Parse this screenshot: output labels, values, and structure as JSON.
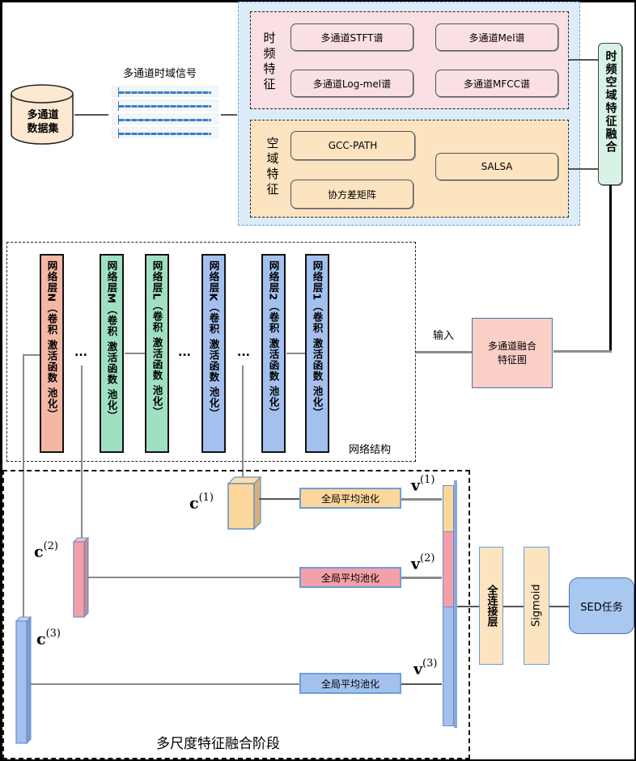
{
  "database": {
    "label_line1": "多通道",
    "label_line2": "数据集"
  },
  "signal": {
    "title": "多通道时域信号",
    "channel_count": 4
  },
  "time_freq": {
    "group_label": "时频特征",
    "items": [
      "多通道STFT谱",
      "多通道Mel谱",
      "多通道Log-mel谱",
      "多通道MFCC谱"
    ]
  },
  "spatial": {
    "group_label": "空域特征",
    "items": [
      "GCC-PATH",
      "协方差矩阵",
      "SALSA"
    ]
  },
  "fusion": {
    "label": "时频空域特征融合"
  },
  "network": {
    "caption": "网络结构",
    "layers": [
      {
        "name": "网络层N",
        "detail": "（卷积 激活函数 池化）",
        "color": "#f5b7a5"
      },
      {
        "name": "网络层M",
        "detail": "（卷积 激活函数 池化）",
        "color": "#9fe0c2"
      },
      {
        "name": "网络层L",
        "detail": "（卷积 激活函数 池化）",
        "color": "#9fe0c2"
      },
      {
        "name": "网络层K",
        "detail": "（卷积 激活函数 池化）",
        "color": "#a3c0ee"
      },
      {
        "name": "网络层2",
        "detail": "（卷积 激活函数 池化）",
        "color": "#a3c0ee"
      },
      {
        "name": "网络层1",
        "detail": "（卷积 激活函数 池化）",
        "color": "#a3c0ee"
      }
    ],
    "ellipsis": "...",
    "input_label": "输入",
    "feature_map_line1": "多通道融合",
    "feature_map_line2": "特征图"
  },
  "multiscale": {
    "caption": "多尺度特征融合阶段",
    "c_labels": [
      {
        "base": "c",
        "sup": "(1)"
      },
      {
        "base": "c",
        "sup": "(2)"
      },
      {
        "base": "c",
        "sup": "(3)"
      }
    ],
    "v_labels": [
      {
        "base": "v",
        "sup": "(1)"
      },
      {
        "base": "v",
        "sup": "(2)"
      },
      {
        "base": "v",
        "sup": "(3)"
      }
    ],
    "gap_label": "全局平均池化",
    "fc_label": "全连接层",
    "sigmoid_label": "Sigmoid",
    "task_label": "SED任务"
  },
  "colors": {
    "orange": "#fcd79b",
    "pink": "#f3a0a9",
    "blue": "#a3c0ee",
    "green": "#9fe0c2",
    "salmon": "#f5b7a5"
  }
}
